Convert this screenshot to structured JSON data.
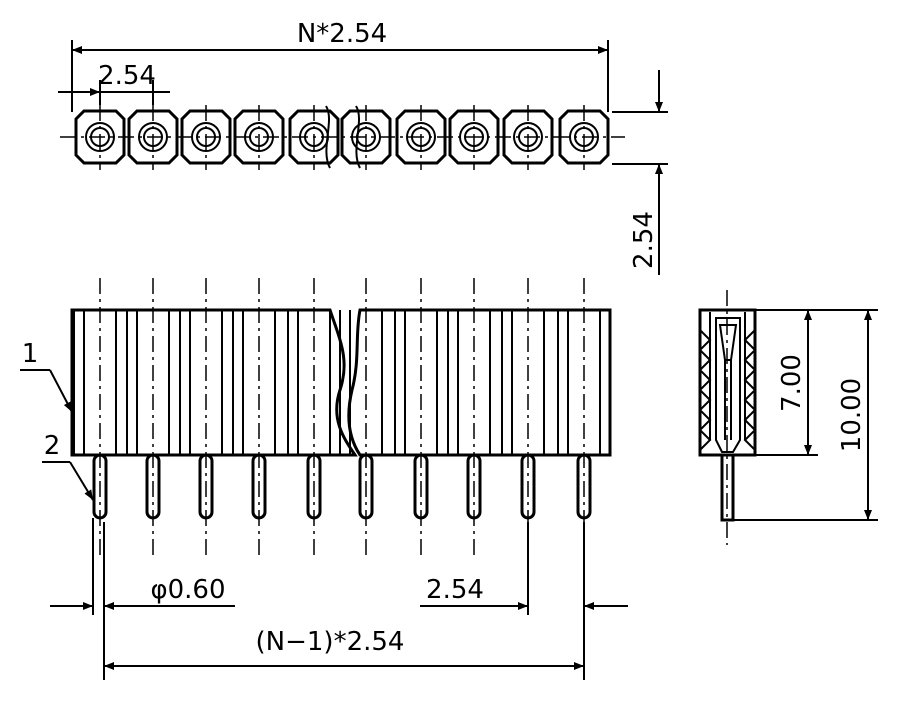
{
  "drawing": {
    "labels": {
      "total_length": "N*2.54",
      "top_pitch": "2.54",
      "row_height": "2.54",
      "pin_diameter": "φ0.60",
      "bottom_pitch": "2.54",
      "pin_span": "(N−1)*2.54",
      "insulator_height": "7.00",
      "overall_height": "10.00",
      "callout_1": "1",
      "callout_2": "2"
    },
    "pin_count_shown": 10,
    "break_after_pin": 5
  }
}
